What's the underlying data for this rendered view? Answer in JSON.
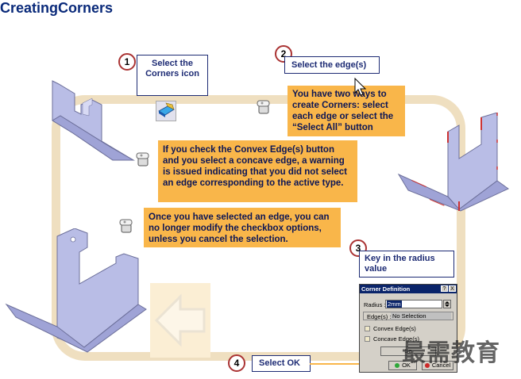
{
  "title": "CreatingCorners",
  "steps": [
    {
      "number": "1",
      "label": "Select the Corners icon"
    },
    {
      "number": "2",
      "label": "Select the edge(s)"
    },
    {
      "number": "3",
      "label": "Key in the radius value"
    },
    {
      "number": "4",
      "label": "Select OK"
    }
  ],
  "notes": {
    "two_ways": "You have two ways to create Corners: select each edge or select the “Select All” button",
    "convex": "If you check the Convex Edge(s) button and you select a concave edge, a warning is issued indicating that you did not select an edge corresponding to the active type.",
    "no_longer": "Once you have selected an edge, you can no longer modify the checkbox options, unless you cancel the selection."
  },
  "dialog": {
    "title": "Corner Definition",
    "help_btn": "?",
    "close_btn": "X",
    "radius_label": "Radius :",
    "radius_value": "2mm",
    "edges_label": "Edge(s) :",
    "edges_value": "No Selection",
    "convex_label": "Convex Edge(s)",
    "concave_label": "Concave Edge(s)",
    "select_all_label": "Se",
    "ok_label": "OK",
    "cancel_label": "Cancel"
  },
  "watermark": "最需教育",
  "colors": {
    "title": "#0a2a7a",
    "note_bg": "#f9b64a",
    "loop": "#efdfc0",
    "dialog_title_bar": "#0a246a",
    "part_fill": "#b9bde6"
  }
}
